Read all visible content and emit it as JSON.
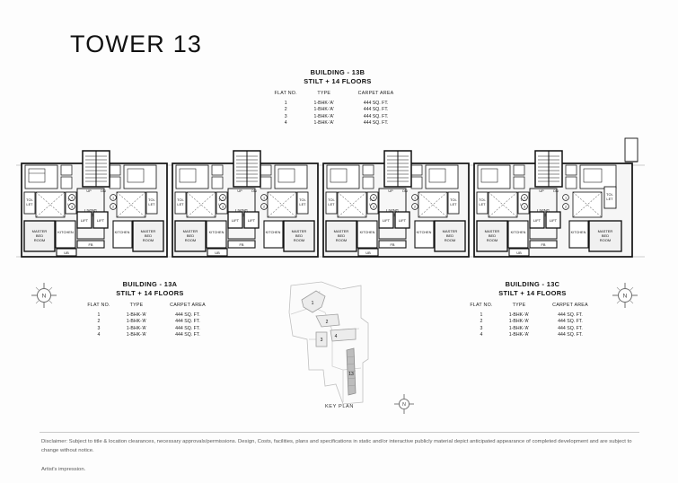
{
  "page": {
    "title": "TOWER 13"
  },
  "buildings": [
    {
      "id": "13b",
      "name": "BUILDING - 13B",
      "floors": "STILT + 14 FLOORS",
      "columns": [
        "FLAT NO.",
        "TYPE",
        "CARPET AREA"
      ],
      "rows": [
        {
          "no": "1",
          "type": "1-BHK-'A'",
          "area": "444 SQ. FT."
        },
        {
          "no": "2",
          "type": "1-BHK-'A'",
          "area": "444 SQ. FT."
        },
        {
          "no": "3",
          "type": "1-BHK-'A'",
          "area": "444 SQ. FT."
        },
        {
          "no": "4",
          "type": "1-BHK-'A'",
          "area": "444 SQ. FT."
        }
      ]
    },
    {
      "id": "13a",
      "name": "BUILDING - 13A",
      "floors": "STILT + 14 FLOORS",
      "columns": [
        "FLAT NO.",
        "TYPE",
        "CARPET AREA"
      ],
      "rows": [
        {
          "no": "1",
          "type": "1-BHK-'A'",
          "area": "444 SQ. FT."
        },
        {
          "no": "2",
          "type": "1-BHK-'A'",
          "area": "444 SQ. FT."
        },
        {
          "no": "3",
          "type": "1-BHK-'A'",
          "area": "444 SQ. FT."
        },
        {
          "no": "4",
          "type": "1-BHK-'A'",
          "area": "444 SQ. FT."
        }
      ]
    },
    {
      "id": "13c",
      "name": "BUILDING - 13C",
      "floors": "STILT + 14 FLOORS",
      "columns": [
        "FLAT NO.",
        "TYPE",
        "CARPET AREA"
      ],
      "rows": [
        {
          "no": "1",
          "type": "1-BHK-'A'",
          "area": "444 SQ. FT."
        },
        {
          "no": "2",
          "type": "1-BHK-'A'",
          "area": "444 SQ. FT."
        },
        {
          "no": "3",
          "type": "1-BHK-'A'",
          "area": "444 SQ. FT."
        },
        {
          "no": "4",
          "type": "1-BHK-'A'",
          "area": "444 SQ. FT."
        }
      ]
    }
  ],
  "floor_plan": {
    "room_labels": {
      "master_bed": "MASTER BED ROOM",
      "kitchen": "KITCHEN",
      "living": "LIVING ROOM",
      "toilet": "TOILET",
      "lift": "LIFT",
      "fb": "FB",
      "ub": "UB",
      "up": "UP",
      "dn": "DN"
    },
    "flat_markers": [
      "1",
      "2",
      "3",
      "4"
    ]
  },
  "key_plan": {
    "label": "KEY PLAN",
    "markers": [
      "1",
      "2",
      "3",
      "4",
      "13"
    ]
  },
  "compass": {
    "north_label": "N"
  },
  "footer": {
    "disclaimer": "Disclaimer: Subject to title & location clearances, necessary approvals/permissions. Design, Costs, facilities, plans and specifications in static and/or interactive publicly material depict anticipated appearance of completed development and are subject to change without notice.",
    "artist": "Artist's impression."
  },
  "colors": {
    "ink": "#111111",
    "muted": "#5a5a5a",
    "rule": "#c9c9c9",
    "wall_fill": "#1a1a1a",
    "room_fill": "#f2f2f2"
  }
}
